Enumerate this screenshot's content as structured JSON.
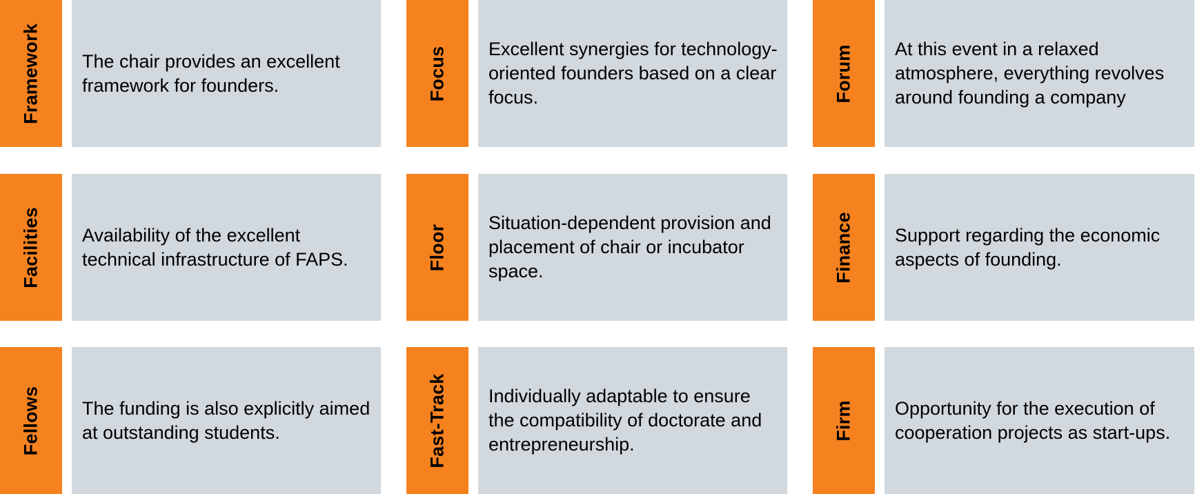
{
  "colors": {
    "accent": "#f5821f",
    "box": "#d1d8de"
  },
  "cards": [
    {
      "title": "Framework",
      "text": "The chair provides an excellent framework for founders."
    },
    {
      "title": "Focus",
      "text": "Excellent synergies for technology-oriented founders based on a clear focus."
    },
    {
      "title": "Forum",
      "text": "At this event in a relaxed atmosphere, everything revolves around founding a company"
    },
    {
      "title": "Facilities",
      "text": "Availability of the excellent technical infrastructure of FAPS."
    },
    {
      "title": "Floor",
      "text": "Situation-dependent provision and placement of chair or incubator space."
    },
    {
      "title": "Finance",
      "text": "Support regarding the economic aspects of founding."
    },
    {
      "title": "Fellows",
      "text": "The funding is also explicitly aimed at outstanding students."
    },
    {
      "title": "Fast-Track",
      "text": "Individually adaptable to ensure the compatibility of doctorate and entrepreneurship."
    },
    {
      "title": "Firm",
      "text": "Opportunity for the execution of cooperation projects as start-ups."
    }
  ]
}
